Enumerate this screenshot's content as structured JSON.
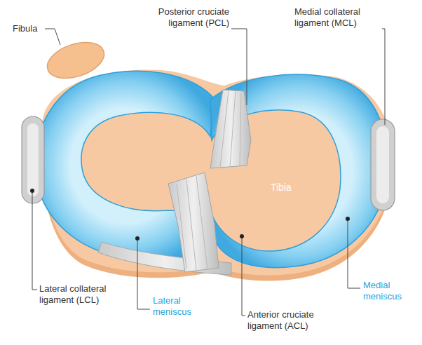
{
  "diagram": {
    "labels": [
      "Fibula",
      "Posterior cruciate ligament (PCL)",
      "Medial collateral ligament (MCL)",
      "Tibia",
      "Lateral collateral ligament (LCL)",
      "Lateral meniscus",
      "Anterior cruciate ligament (ACL)",
      "Medial meniscus"
    ]
  }
}
